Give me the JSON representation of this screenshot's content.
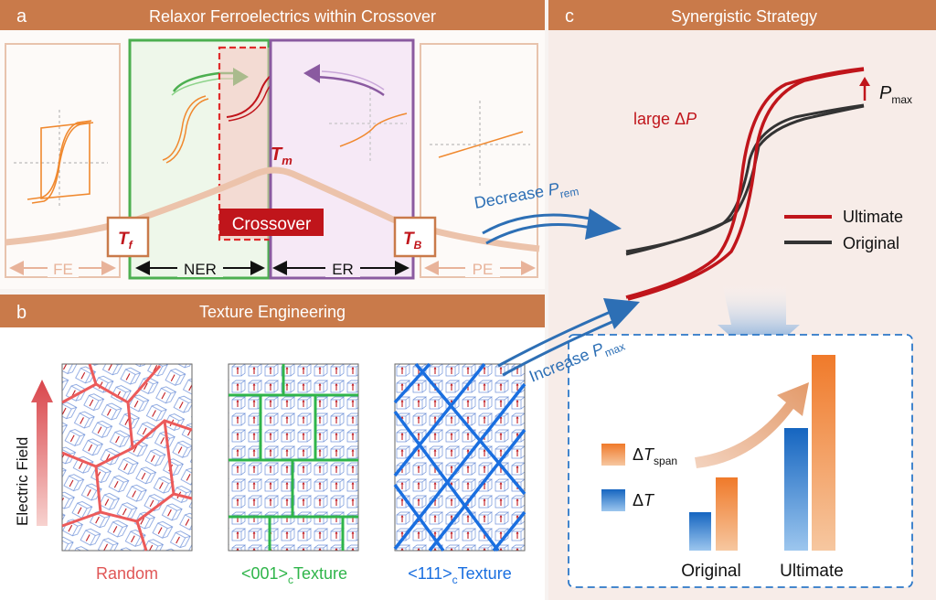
{
  "colors": {
    "header": "#c97a4a",
    "red": "#c0151b",
    "green": "#3aaa35",
    "purple": "#8a5aa0",
    "blue": "#2e6fb5",
    "texture_blue": "#1a6fe0",
    "dark": "#333333",
    "peach": "#e8b39a",
    "orange": "#f0892f"
  },
  "panel_a": {
    "letter": "a",
    "title": "Relaxor Ferroelectrics within Crossover",
    "tm": "T",
    "tm_sub": "m",
    "tf": "T",
    "tf_sub": "f",
    "tb": "T",
    "tb_sub": "B",
    "crossover": "Crossover",
    "fe": "FE",
    "ner": "NER",
    "er": "ER",
    "pe": "PE"
  },
  "panel_b": {
    "letter": "b",
    "title": "Texture Engineering",
    "axis_label": "Electric Field",
    "random": "Random",
    "tex001_pre": "<001>",
    "tex001_sub": "c",
    "tex001_post": "Texture",
    "tex111_pre": "<111>",
    "tex111_sub": "c",
    "tex111_post": "Texture"
  },
  "panel_c": {
    "letter": "c",
    "title": "Synergistic Strategy",
    "large_dp": "large Δ",
    "large_dp_var": "P",
    "pmax": "P",
    "pmax_sub": "max",
    "legend_ultimate": "Ultimate",
    "legend_original": "Original",
    "delta_tspan": "Δ",
    "delta_tspan_var": "T",
    "delta_tspan_sub": "span",
    "delta_t": "Δ",
    "delta_t_var": "T",
    "bar_original": "Original",
    "bar_ultimate": "Ultimate"
  },
  "arrows": {
    "decrease": "Decrease ",
    "decrease_var": "P",
    "decrease_sub": "rem",
    "increase": "Increase ",
    "increase_var": "P",
    "increase_sub": "max"
  }
}
